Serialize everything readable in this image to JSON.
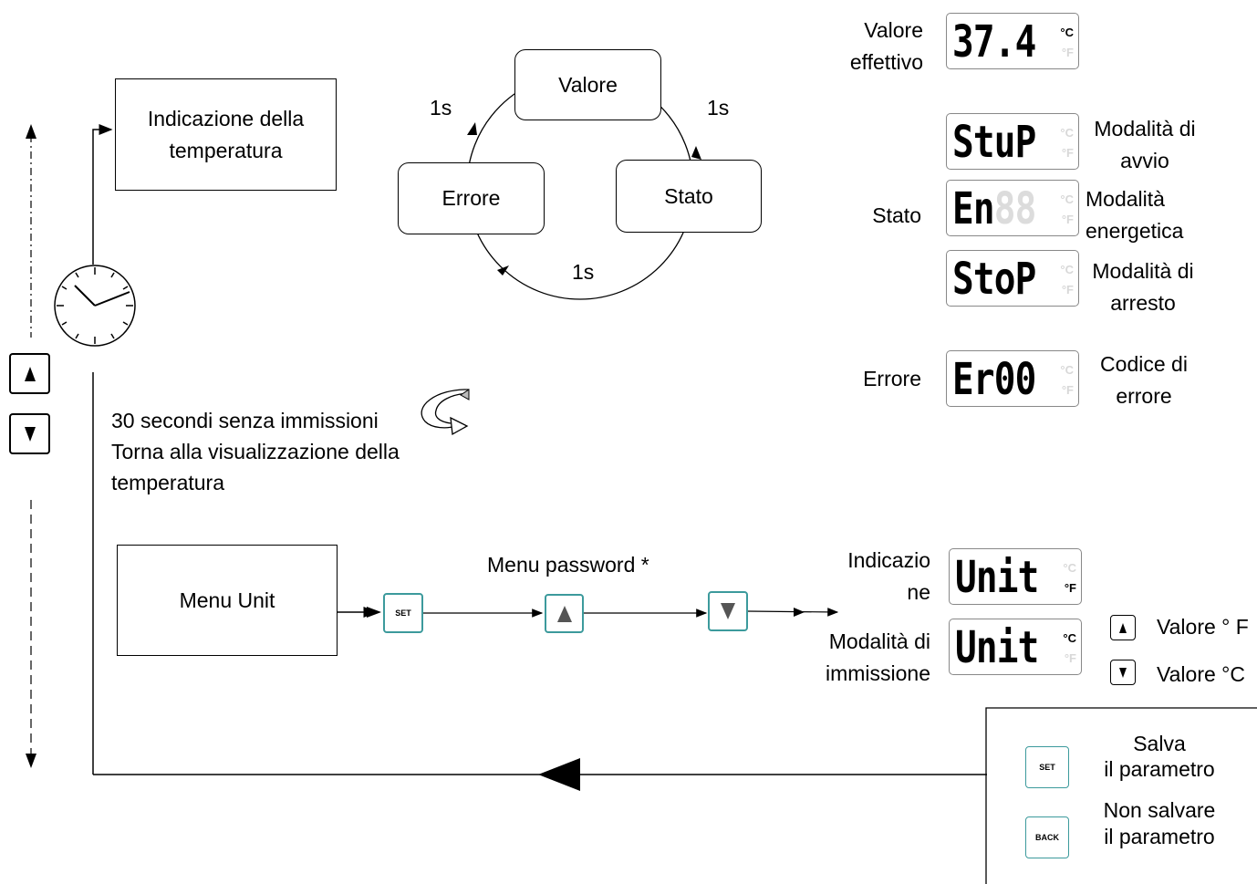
{
  "temp_box": "Indicazione della temperatura",
  "cycle": {
    "valore": "Valore",
    "stato": "Stato",
    "errore": "Errore",
    "t1": "1s",
    "t2": "1s",
    "t3": "1s"
  },
  "timeout": {
    "line1": "30 secondi senza immissioni",
    "line2": "Torna alla visualizzazione della",
    "line3": "temperatura"
  },
  "menu_unit": "Menu Unit",
  "menu_password": "Menu password *",
  "set_key": "SET",
  "back_key": "BACK",
  "displays": {
    "value_label": "Valore effettivo",
    "value_reading": "37.4",
    "state_label": "Stato",
    "startup": {
      "reading": "StuP",
      "label": "Modalità di avvio"
    },
    "energy": {
      "reading": "En",
      "label": "Modalità energetica"
    },
    "stop": {
      "reading": "StoP",
      "label": "Modalità di arresto"
    },
    "error_label": "Errore",
    "error": {
      "reading": "Er00",
      "label": "Codice di errore"
    },
    "unit_indication_label": "Indicazione",
    "unit_input_label": "Modalità di immissione",
    "unit_reading": "Unit",
    "celsius": "°C",
    "fahrenheit": "°F"
  },
  "legend": {
    "up_value": "Valore ° F",
    "down_value": "Valore °C",
    "save_line1": "Salva",
    "save_line2": "il parametro",
    "nosave_line1": "Non salvare",
    "nosave_line2": "il parametro"
  }
}
